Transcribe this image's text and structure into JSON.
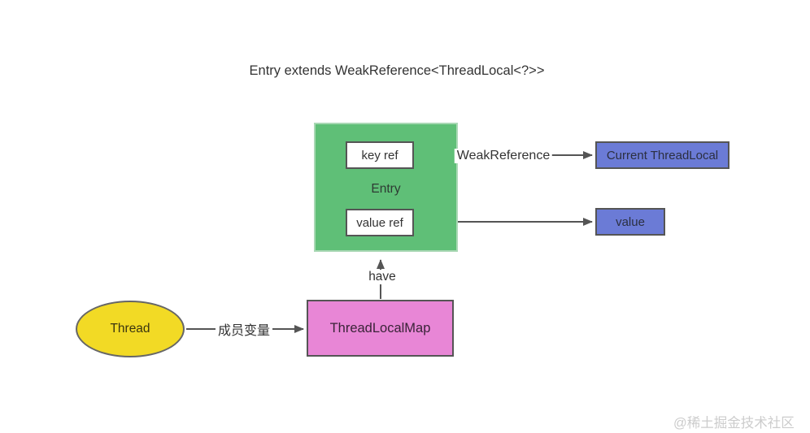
{
  "title": "Entry extends WeakReference<ThreadLocal<?>>",
  "entry": {
    "label": "Entry",
    "key_ref_label": "key ref",
    "value_ref_label": "value ref"
  },
  "nodes": {
    "current_threadlocal": {
      "label": "Current ThreadLocal"
    },
    "value": {
      "label": "value"
    },
    "threadlocalmap": {
      "label": "ThreadLocalMap"
    },
    "thread": {
      "label": "Thread"
    }
  },
  "edges": {
    "weak_reference": {
      "label": "WeakReference",
      "from": "key ref",
      "to": "Current ThreadLocal"
    },
    "value_edge": {
      "label": "",
      "from": "value ref",
      "to": "value"
    },
    "have": {
      "label": "have",
      "from": "ThreadLocalMap",
      "to": "Entry"
    },
    "member_variable": {
      "label": "成员变量",
      "from": "Thread",
      "to": "ThreadLocalMap"
    }
  },
  "watermark": {
    "text": "@稀土掘金技术社区"
  },
  "colors": {
    "entry_fill": "#5FBF77",
    "entry_border": "#A9D8B4",
    "ref_box_fill": "#FFFFFF",
    "blue_fill": "#6B7BD6",
    "pink_fill": "#E886D6",
    "yellow_fill": "#F2DA25",
    "border_dark": "#555555",
    "arrow": "#555555",
    "text": "#333333",
    "watermark": "#CCCCCC",
    "background": "#FFFFFF"
  }
}
